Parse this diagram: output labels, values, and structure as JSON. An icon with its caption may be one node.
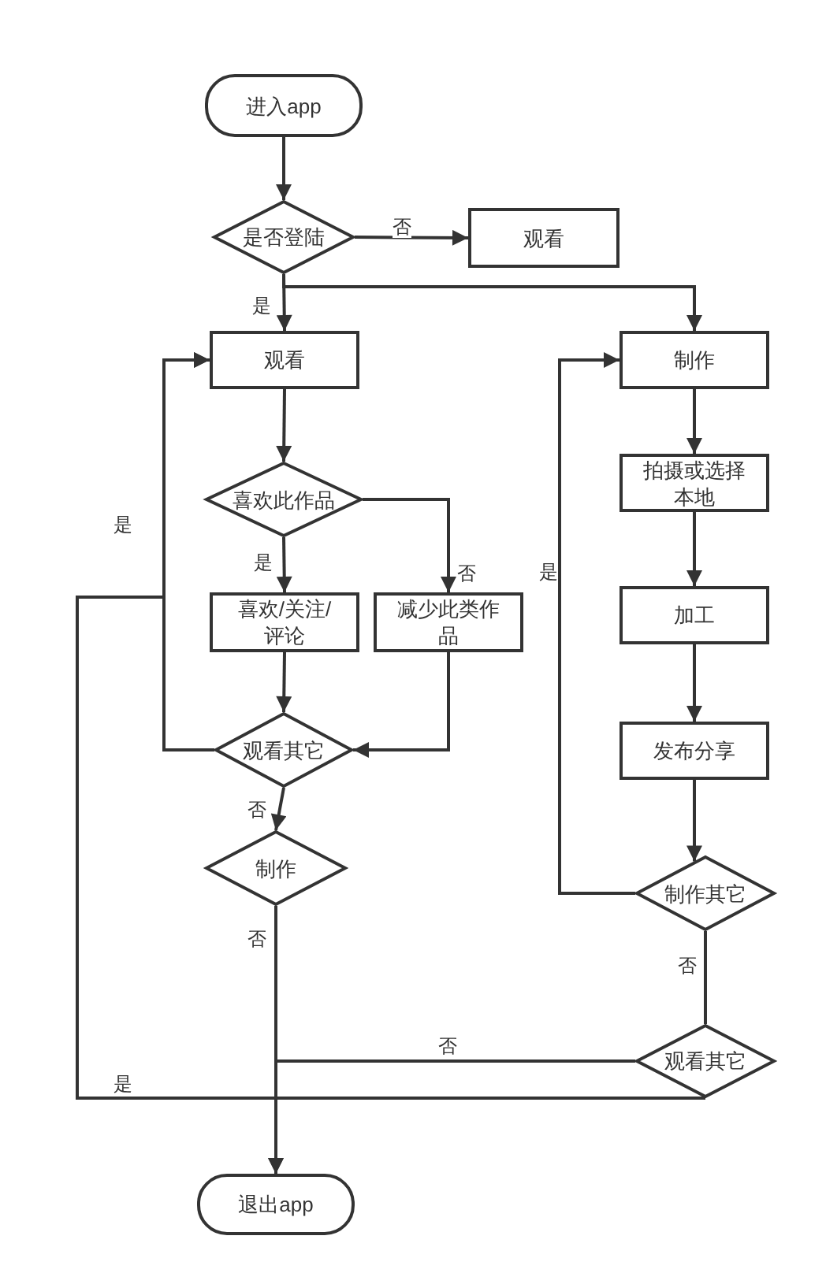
{
  "diagram": {
    "nodes": [
      {
        "text": [
          "进入app"
        ]
      },
      {
        "text": [
          "是否登陆"
        ]
      },
      {
        "text": [
          "观看"
        ]
      },
      {
        "text": [
          "观看"
        ]
      },
      {
        "text": [
          "制作"
        ]
      },
      {
        "text": [
          "拍摄或选择本地"
        ]
      },
      {
        "text": [
          "喜欢此作品"
        ]
      },
      {
        "text": [
          "喜欢/关注/评论"
        ]
      },
      {
        "text": [
          "减少此类作品"
        ]
      },
      {
        "text": [
          "加工"
        ]
      },
      {
        "text": [
          "观看其它"
        ]
      },
      {
        "text": [
          "发布分享"
        ]
      },
      {
        "text": [
          "制作"
        ]
      },
      {
        "text": [
          "制作其它"
        ]
      },
      {
        "text": [
          "观看其它"
        ]
      },
      {
        "text": [
          "退出app"
        ]
      }
    ],
    "edges": [
      {
        "from": 0,
        "to": 1,
        "arrow": "to"
      },
      {
        "from": 1,
        "to": 2,
        "arrow": "to",
        "label": "否"
      },
      {
        "from": 1,
        "to": 3,
        "arrow": "to",
        "label": "是"
      },
      {
        "from": 1,
        "to": 4,
        "arrow": "to"
      },
      {
        "from": 3,
        "to": 6,
        "arrow": "to"
      },
      {
        "from": 6,
        "to": 7,
        "arrow": "to",
        "label": "是"
      },
      {
        "from": 6,
        "to": 8,
        "arrow": "to",
        "label": "否"
      },
      {
        "from": 7,
        "to": 10,
        "arrow": "to"
      },
      {
        "from": 8,
        "to": 10,
        "arrow": "to"
      },
      {
        "from": 10,
        "to": 3,
        "arrow": "to",
        "label": "是"
      },
      {
        "from": 10,
        "to": 12,
        "arrow": "to",
        "label": "否"
      },
      {
        "from": 12,
        "to": 15,
        "arrow": "to",
        "label": "否"
      },
      {
        "from": 4,
        "to": 5,
        "arrow": "to"
      },
      {
        "from": 5,
        "to": 9,
        "arrow": "to"
      },
      {
        "from": 9,
        "to": 11,
        "arrow": "to"
      },
      {
        "from": 11,
        "to": 13,
        "arrow": "to"
      },
      {
        "from": 13,
        "to": 4,
        "arrow": "to",
        "label": "是"
      },
      {
        "from": 13,
        "to": 14,
        "arrow": "none",
        "label": "否"
      },
      {
        "from": 14,
        "to": 15,
        "arrow": "to",
        "label": "否"
      },
      {
        "from": 14,
        "to": 3,
        "arrow": "to",
        "label": "是"
      }
    ]
  }
}
